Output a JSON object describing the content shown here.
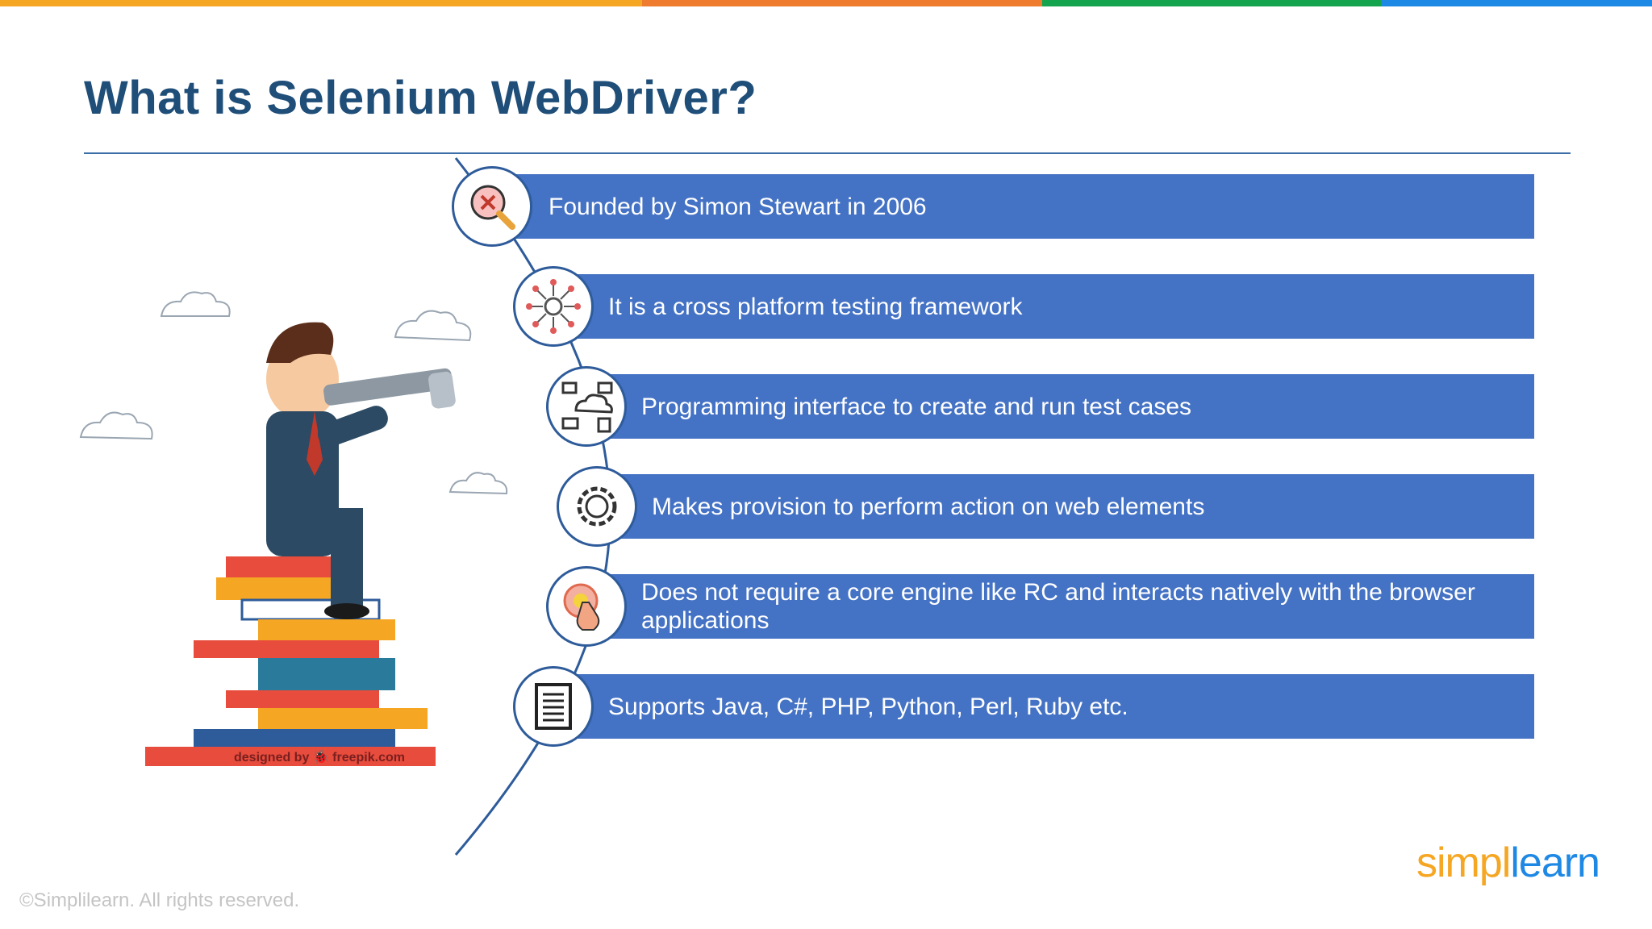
{
  "slide": {
    "title": "What is Selenium WebDriver?",
    "accent_colors": [
      "#f5a623",
      "#ee7b2e",
      "#14a44d",
      "#1e88e5"
    ],
    "title_color": "#1f4e79",
    "bar_color": "#4472c4"
  },
  "points": [
    {
      "text": "Founded by Simon Stewart in 2006",
      "icon": "magnifier-bug-icon"
    },
    {
      "text": "It is a cross platform testing framework",
      "icon": "network-gear-icon"
    },
    {
      "text": "Programming interface to create and run test cases",
      "icon": "cloud-devices-icon"
    },
    {
      "text": "Makes provision to perform action on web elements",
      "icon": "gear-icon"
    },
    {
      "text": "Does not require a core engine like RC and interacts natively with the browser applications",
      "icon": "hand-click-icon"
    },
    {
      "text": "Supports Java, C#, PHP, Python, Perl, Ruby etc.",
      "icon": "document-icon"
    }
  ],
  "illustration": {
    "credit": "designed by 🐞 freepik.com"
  },
  "footer": {
    "copyright": "©Simplilearn. All rights reserved.",
    "logo_part1": "simpl",
    "logo_part2": "learn"
  }
}
